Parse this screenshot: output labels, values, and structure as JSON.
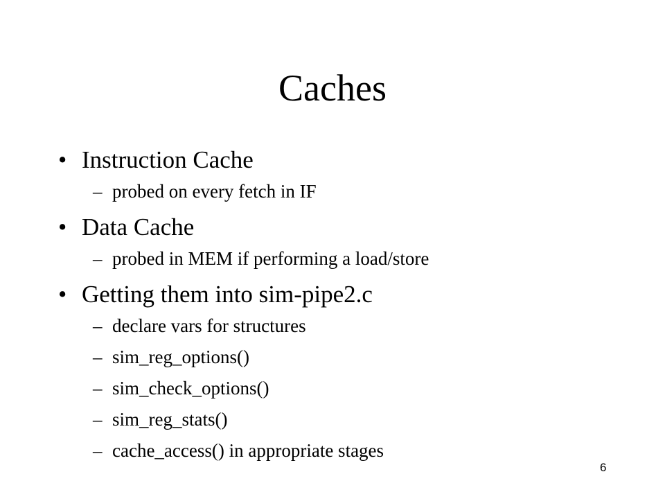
{
  "slide": {
    "title": "Caches",
    "bullet_mark": "•",
    "sub_mark": "–",
    "bullets": [
      {
        "text": "Instruction Cache",
        "subs": [
          "probed on every fetch in IF"
        ]
      },
      {
        "text": "Data Cache",
        "subs": [
          "probed in MEM if performing a load/store"
        ]
      },
      {
        "text": "Getting them into sim-pipe2.c",
        "subs": [
          "declare vars for structures",
          "sim_reg_options()",
          "sim_check_options()",
          "sim_reg_stats()",
          "cache_access() in appropriate stages"
        ]
      }
    ],
    "page_number": "6"
  }
}
